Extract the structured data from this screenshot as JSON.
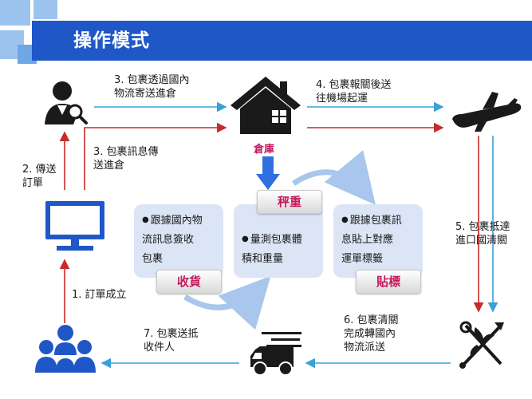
{
  "title": "操作模式",
  "warehouse": "倉庫",
  "labels": {
    "step1": "1. 訂單成立",
    "step2": "2. 傳送\n訂單",
    "step3a": "3. 包裹透過國內\n物流寄送進倉",
    "step3b": "3. 包裹訊息傳\n送進倉",
    "step4": "4. 包裹報關後送\n往機場起運",
    "step5": "5. 包裹抵達\n進口國清關",
    "step6": "6. 包裹清關\n完成轉國內\n物流派送",
    "step7": "7. 包裹送抵\n收件人"
  },
  "process": {
    "receive": {
      "text": "跟據國內物\n流訊息簽收\n包裹",
      "tag": "收貨"
    },
    "weigh": {
      "text": "量測包裹體\n積和重量",
      "tag": "秤重"
    },
    "label": {
      "text": "跟據包裹訊\n息貼上對應\n運單標籤",
      "tag": "貼標"
    }
  },
  "colors": {
    "title_bar": "#1f57c7",
    "red_arrow": "#c92a2a",
    "blue_arrow": "#3aa0d8",
    "icon": "#1a1a1a",
    "icon_blue": "#1f57c7",
    "tag_text": "#c4195c"
  },
  "icons": [
    "seller-icon",
    "house-icon",
    "airplane-icon",
    "computer-icon",
    "customs-icon",
    "people-icon",
    "truck-icon",
    "down-arrow-icon"
  ]
}
